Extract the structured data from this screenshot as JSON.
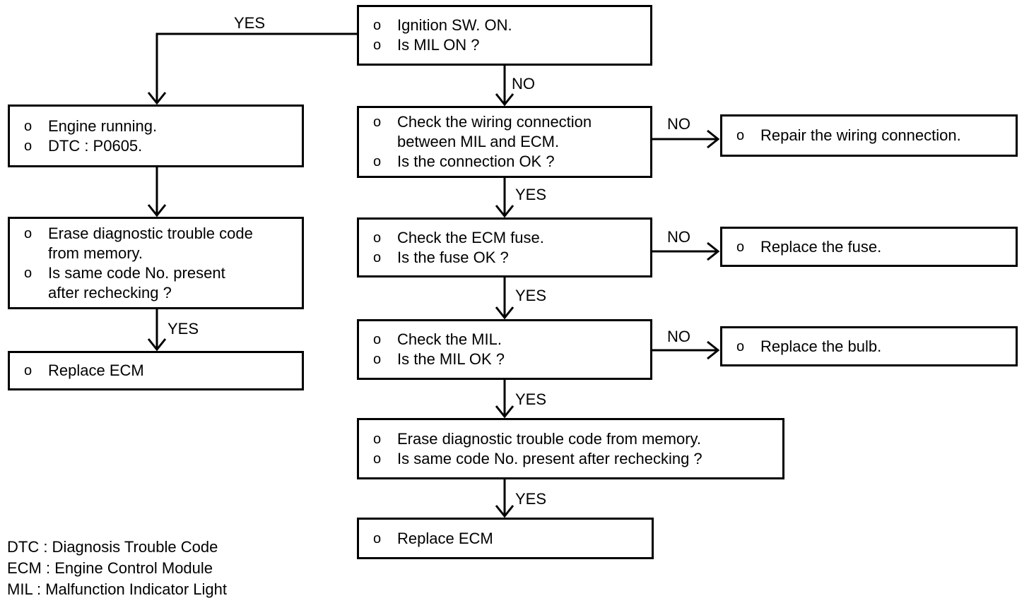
{
  "labels": {
    "yes": "YES",
    "no": "NO",
    "bullet": "o"
  },
  "nodes": {
    "start": {
      "lines": [
        "Ignition SW. ON.",
        "Is MIL ON ?"
      ]
    },
    "engine_running": {
      "lines": [
        "Engine running.",
        "DTC : P0605."
      ]
    },
    "erase_code_left": {
      "lines": [
        "Erase diagnostic trouble code from memory.",
        "Is same code No. present after rechecking ?"
      ]
    },
    "replace_ecm_left": {
      "lines": [
        "Replace ECM"
      ]
    },
    "check_wiring": {
      "lines": [
        "Check the wiring connection between MIL and ECM.",
        "Is the connection OK ?"
      ]
    },
    "repair_wiring": {
      "lines": [
        "Repair the wiring connection."
      ]
    },
    "check_fuse": {
      "lines": [
        "Check the ECM fuse.",
        "Is the fuse OK ?"
      ]
    },
    "replace_fuse": {
      "lines": [
        "Replace the fuse."
      ]
    },
    "check_mil": {
      "lines": [
        "Check the MIL.",
        "Is the MIL OK ?"
      ]
    },
    "replace_bulb": {
      "lines": [
        "Replace the bulb."
      ]
    },
    "erase_code_mid": {
      "lines": [
        "Erase diagnostic trouble code from memory.",
        "Is same code No. present after rechecking ?"
      ]
    },
    "replace_ecm_final": {
      "lines": [
        "Replace ECM"
      ]
    }
  },
  "legend": {
    "lines": [
      "DTC : Diagnosis Trouble Code",
      "ECM : Engine Control Module",
      "MIL : Malfunction Indicator Light"
    ]
  },
  "colors": {
    "ink": "#000000",
    "paper": "#ffffff"
  }
}
